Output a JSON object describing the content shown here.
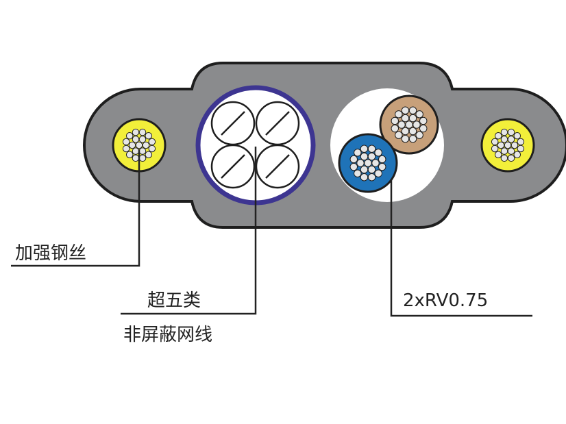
{
  "labels": {
    "steel_wire": "加强钢丝",
    "cat5e_line1": "超五类",
    "cat5e_line2": "非屏蔽网线",
    "power_cores": "2xRV0.75"
  },
  "colors": {
    "jacket": "#8a8b8d",
    "outline": "#1e1e1e",
    "steel_insulation": "#f2ef3a",
    "shield_ring": "#3d3591",
    "shield_fill": "#ffffff",
    "core_blue": "#1f73b8",
    "core_brown": "#c7a07a",
    "strand": "#e6e6e6",
    "leader": "#222222"
  }
}
